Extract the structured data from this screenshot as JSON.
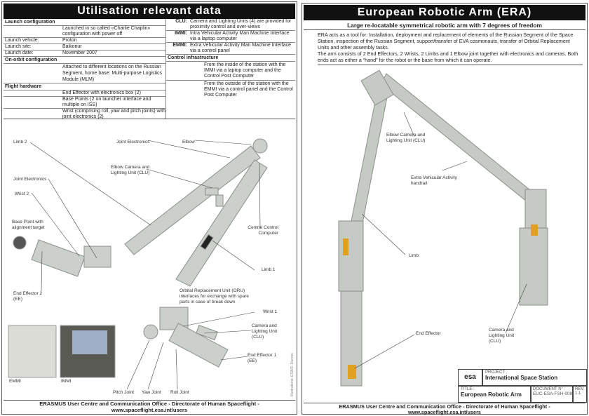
{
  "left": {
    "title": "Utilisation relevant data",
    "launch": {
      "heading": "Launch configuration",
      "desc": "Launched in so called «Charlie Chaplin» configuration with power off",
      "rows": [
        {
          "k": "Launch vehicle:",
          "v": "Proton"
        },
        {
          "k": "Launch site:",
          "v": "Baikonur"
        },
        {
          "k": "Launch date:",
          "v": "November 2007"
        }
      ]
    },
    "orbit": {
      "heading": "On-orbit configuration",
      "desc": "Attached to different locations on the Russian Segment, home base: Multi-purpose Logistics Module (MLM)"
    },
    "hardware": {
      "heading": "Flight hardware",
      "items": [
        "End Effector with electronics box (2)",
        "Base Points (2 on launcher interface and multiple on ISS)",
        "Wrist (comprising roll, yaw and pitch joints) with joint electronics (2)"
      ]
    },
    "abbrev": [
      {
        "k": "CLU:",
        "v": "Camera and Lighting Units (4) are provided for proximity control and over-views"
      },
      {
        "k": "IMMI:",
        "v": "Intra Vehicular Activity Man Machine Interface via a laptop computer"
      },
      {
        "k": "EMMI:",
        "v": "Extra Vehicular Activity Man Machine Interface via a control panel"
      }
    ],
    "control": {
      "heading": "Control infrastructure",
      "items": [
        "From the inside of the station with the IMMI via a laptop computer and the Control Post Computer",
        "From the outside of the station with the EMMI via a control panel and the Control Post Computer"
      ]
    },
    "labels": {
      "limb2": "Limb 2",
      "joint_el_top": "Joint Electronics",
      "elbow": "Elbow",
      "elbow_clu": "Elbow Camera and Lighting Unit (CLU)",
      "joint_el_left": "Joint Electronics",
      "wrist2": "Wrist 2",
      "base_point": "Base Point with alignment target",
      "central": "Central Control Computer",
      "limb1": "Limb 1",
      "ee2": "End Effector 2 (EE)",
      "oru": "Orbital Replacement Unit (ORU) interfaces for exchange with spare parts in case of break down",
      "wrist1": "Wrist 1",
      "clu": "Camera and Lighting Unit (CLU)",
      "ee1": "End Effector 1 (EE)",
      "pitch": "Pitch Joint",
      "yaw": "Yaw Joint",
      "roll": "Roll Joint",
      "emmi": "EMMI",
      "immi": "IMMI"
    },
    "credit": "Illustrations: ESA/D. Ducros",
    "footer": "ERASMUS User Centre and Communication Office - Directorate of Human Spaceflight - www.spaceflight.esa.int/users"
  },
  "right": {
    "title": "European Robotic Arm (ERA)",
    "subtitle": "Large re-locatable symmetrical robotic arm with 7 degrees of freedom",
    "intro": "ERA acts as a tool for: Installation, deployment and replacement of elements of the Russian Segment of the Space Station, inspection of the Russian Segment, support/transfer of EVA cosmonauts, transfer of Orbital Replacement Units and other assembly tasks.",
    "intro2": "The arm consists of 2 End Effectors, 2 Wrists, 2 Limbs and 1 Elbow joint together with electronics and cameras. Both ends act as either a “hand” for the robot or the base from which it can operate.",
    "labels": {
      "elbow_clu": "Elbow Camera and Lighting Unit (CLU)",
      "handrail": "Extra Vehicular Activity handrail",
      "limb": "Limb",
      "ee": "End Effector",
      "clu": "Camera and Lighting Unit (CLU)"
    },
    "titleblock": {
      "logo": "esa",
      "project_label": "PROJECT :",
      "project": "International Space Station",
      "title_label": "TITLE :",
      "title": "European Robotic Arm",
      "doc_label": "DOCUMENT N° :",
      "doc": "EUC-ESA-FSH-008",
      "rev_label": "REV.",
      "rev": "1.1"
    },
    "footer": "ERASMUS User Centre and Communication Office - Directorate of Human Spaceflight - www.spaceflight.esa.int/users"
  }
}
